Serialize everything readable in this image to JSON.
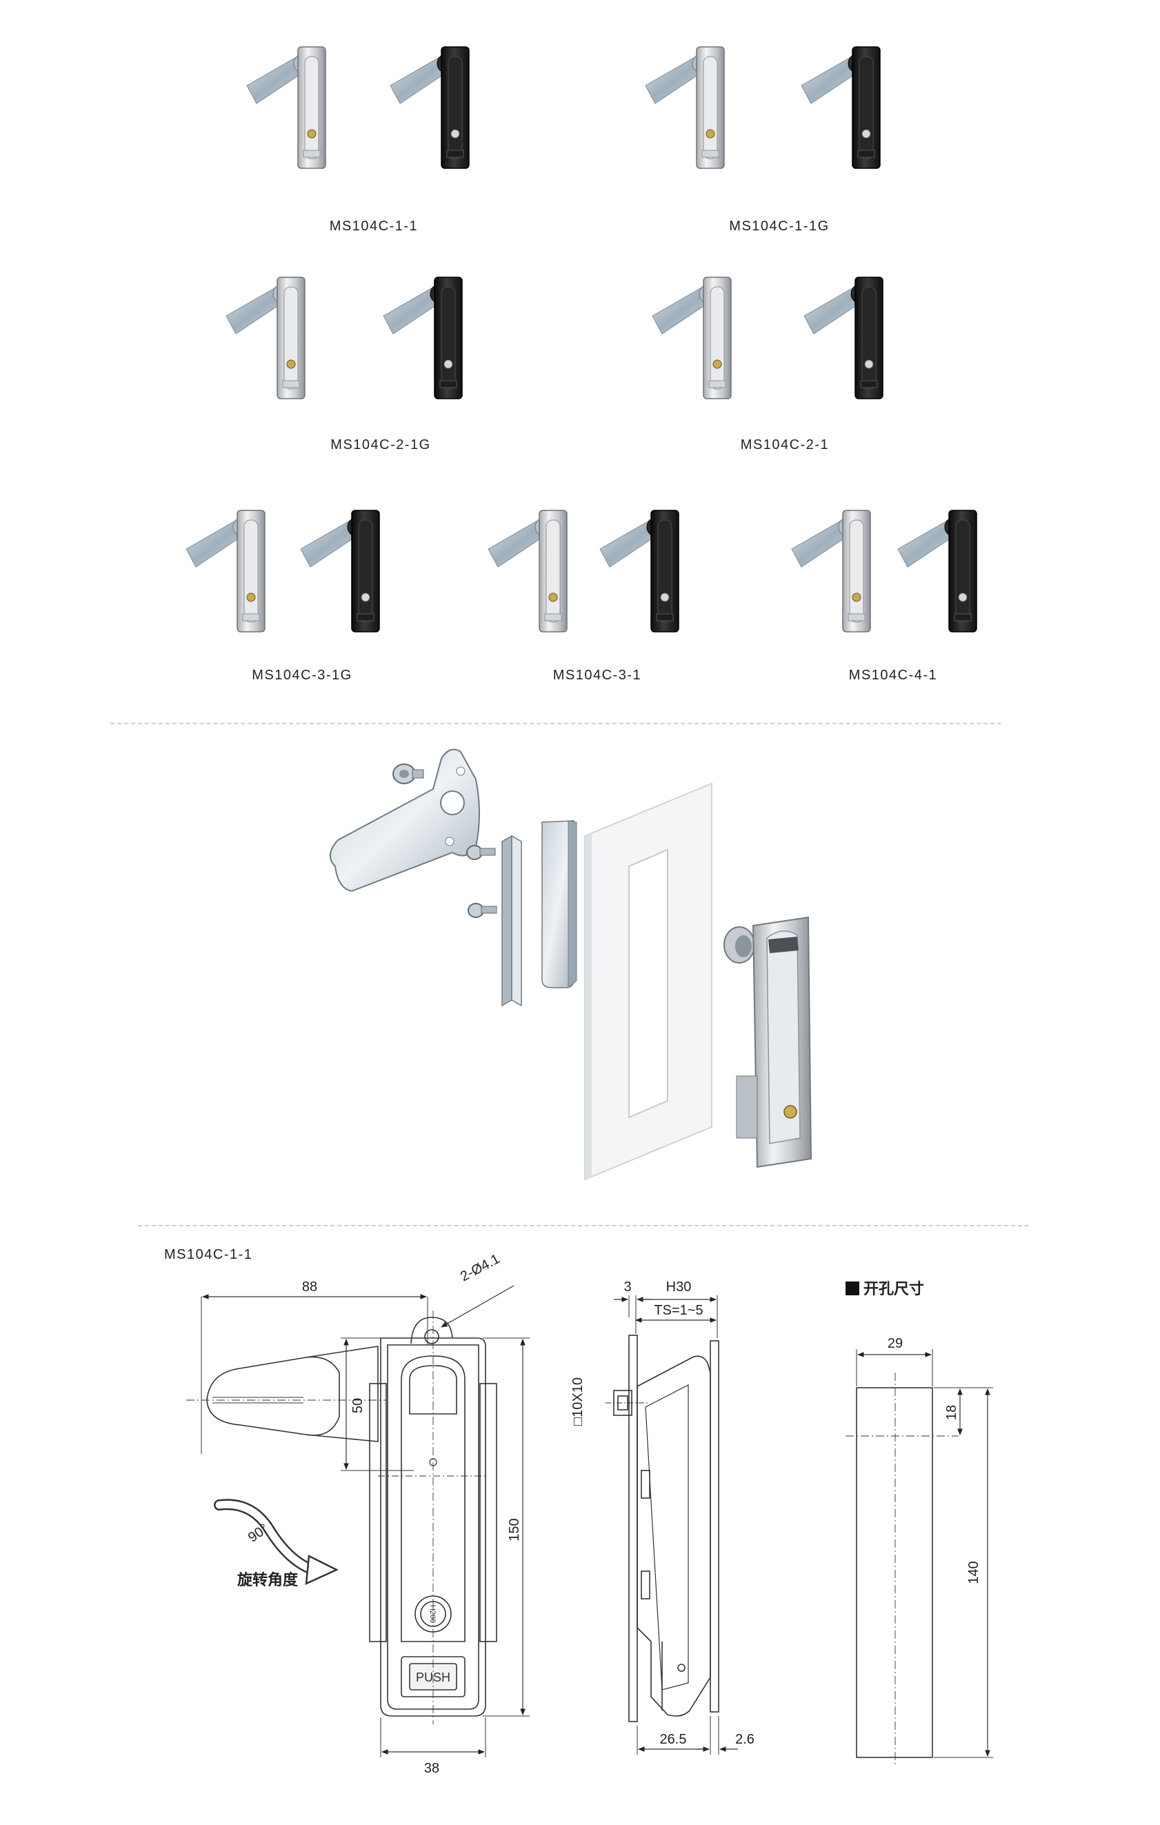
{
  "catalog": {
    "products": [
      {
        "model": "MS104C-1-1"
      },
      {
        "model": "MS104C-1-1G"
      },
      {
        "model": "MS104C-2-1G"
      },
      {
        "model": "MS104C-2-1"
      },
      {
        "model": "MS104C-3-1G"
      },
      {
        "model": "MS104C-3-1"
      },
      {
        "model": "MS104C-4-1"
      }
    ]
  },
  "drawing": {
    "model_label": "MS104C-1-1",
    "front": {
      "width_88": "88",
      "hole": "2-Ø4.1",
      "dim_50": "50",
      "dim_150": "150",
      "dim_38": "38",
      "angle": "90°",
      "rotation_label": "旋转角度",
      "push_text": "PUSH",
      "key_code": "H200"
    },
    "side": {
      "dim_3": "3",
      "dim_h30": "H30",
      "ts_range": "TS=1~5",
      "square": "□10X10",
      "dim_26_5": "26.5",
      "dim_2_6": "2.6"
    },
    "cutout": {
      "title": "开孔尺寸",
      "width": "29",
      "dim_18": "18",
      "height": "140"
    }
  }
}
